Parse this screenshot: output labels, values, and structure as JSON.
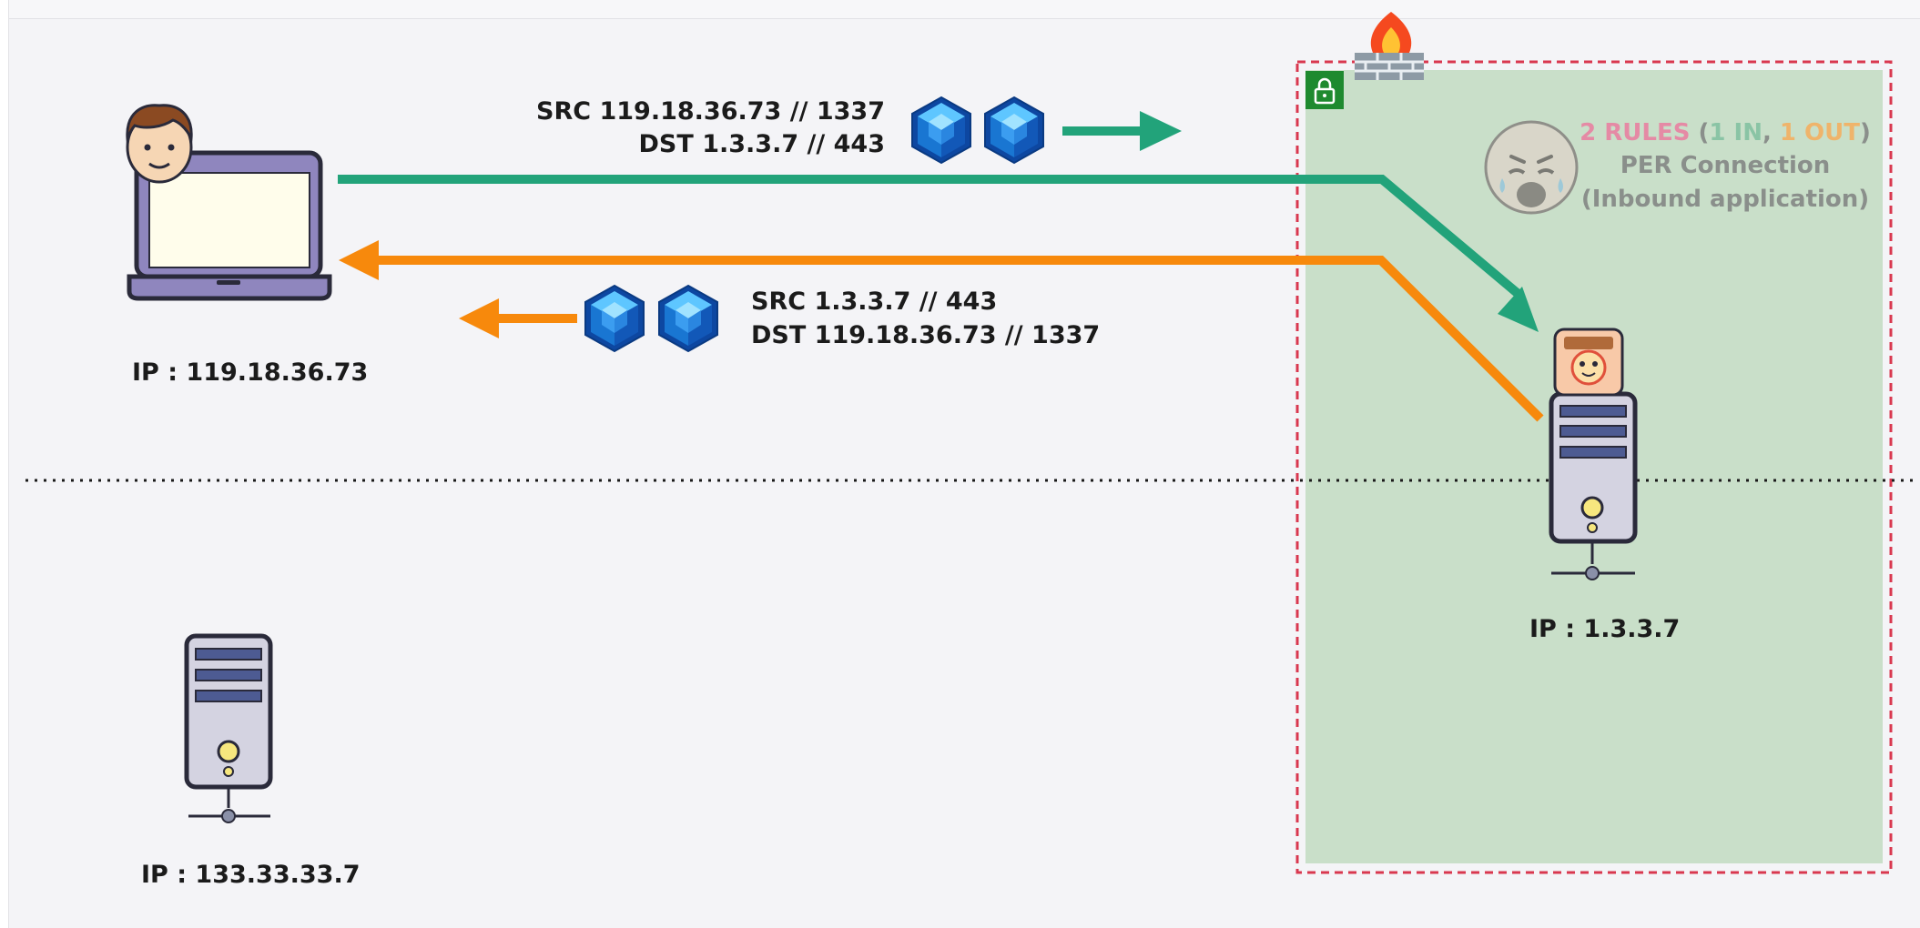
{
  "client": {
    "ip_label": "IP : 119.18.36.73"
  },
  "other_server": {
    "ip_label": "IP : 133.33.33.7"
  },
  "app_server": {
    "ip_label": "IP : 1.3.3.7"
  },
  "request_packet": {
    "src": "SRC 119.18.36.73 // 1337",
    "dst": "DST 1.3.3.7 // 443"
  },
  "response_packet": {
    "src": "SRC 1.3.3.7 // 443",
    "dst": "DST 119.18.36.73 // 1337"
  },
  "rules_note": {
    "count": "2 RULES",
    "open_paren": " (",
    "in": "1 IN",
    "comma": ", ",
    "out": "1 OUT",
    "close_paren": ")",
    "line2": "PER Connection",
    "line3": "(Inbound application)"
  },
  "colors": {
    "request_arrow": "#22a37a",
    "response_arrow": "#f7890c",
    "secured_zone": "#c9dfc9",
    "firewall_border": "#d9384f",
    "packet_cube": "#1565c0"
  },
  "icons": [
    "person-icon",
    "laptop-icon",
    "server-icon",
    "firewall-icon",
    "lock-icon",
    "packet-cube-icon",
    "crying-baby-icon",
    "app-icon"
  ]
}
